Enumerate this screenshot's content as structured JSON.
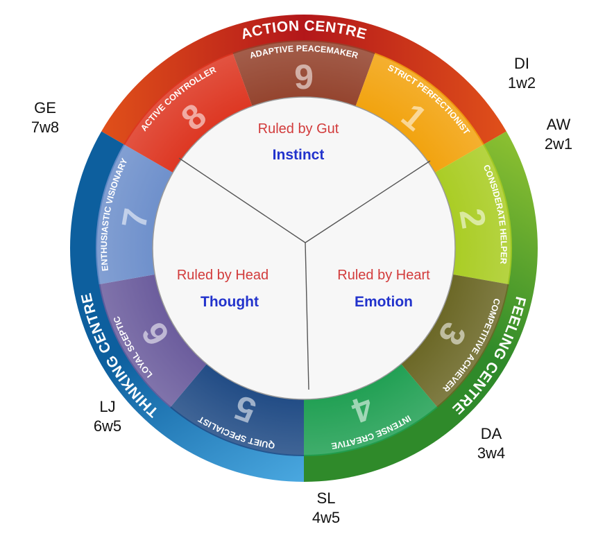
{
  "centres": [
    {
      "label": "ACTION CENTRE",
      "color": "#b3171a",
      "color2": "#e0501a",
      "start": 300,
      "end": 420
    },
    {
      "label": "FEELING CENTRE",
      "color": "#2f8a2a",
      "color2": "#8cc031",
      "start": 60,
      "end": 180
    },
    {
      "label": "THINKING CENTRE",
      "color": "#0d5f9e",
      "color2": "#4aa8e0",
      "start": 180,
      "end": 300
    }
  ],
  "segments": [
    {
      "number": "9",
      "label": "ADAPTIVE PEACEMAKER",
      "color": "#93422c"
    },
    {
      "number": "1",
      "label": "STRICT PERFECTIONIST",
      "color": "#f2a20c"
    },
    {
      "number": "2",
      "label": "CONSIDERATE HELPER",
      "color": "#a9cc22"
    },
    {
      "number": "3",
      "label": "COMPETITIVE ACHIEVER",
      "color": "#6a6624"
    },
    {
      "number": "4",
      "label": "INTENSE CREATIVE",
      "color": "#1f9f52"
    },
    {
      "number": "5",
      "label": "QUIET SPECIALIST",
      "color": "#1f4a84"
    },
    {
      "number": "6",
      "label": "LOYAL SCEPTIC",
      "color": "#6a5b9c"
    },
    {
      "number": "7",
      "label": "ENTHUSIASTIC VISIONARY",
      "color": "#6d8fcb"
    },
    {
      "number": "8",
      "label": "ACTIVE CONTROLLER",
      "color": "#dd3520"
    }
  ],
  "inner": {
    "gut": {
      "ruled": "Ruled by Gut",
      "type": "Instinct"
    },
    "head": {
      "ruled": "Ruled by Head",
      "type": "Thought"
    },
    "heart": {
      "ruled": "Ruled by Heart",
      "type": "Emotion"
    },
    "ruled_color": "#d23b3b",
    "type_color": "#2233cc"
  },
  "people": [
    {
      "initials": "GE",
      "wing": "7w8"
    },
    {
      "initials": "DI",
      "wing": "1w2"
    },
    {
      "initials": "AW",
      "wing": "2w1"
    },
    {
      "initials": "DA",
      "wing": "3w4"
    },
    {
      "initials": "SL",
      "wing": "4w5"
    },
    {
      "initials": "LJ",
      "wing": "6w5"
    }
  ]
}
